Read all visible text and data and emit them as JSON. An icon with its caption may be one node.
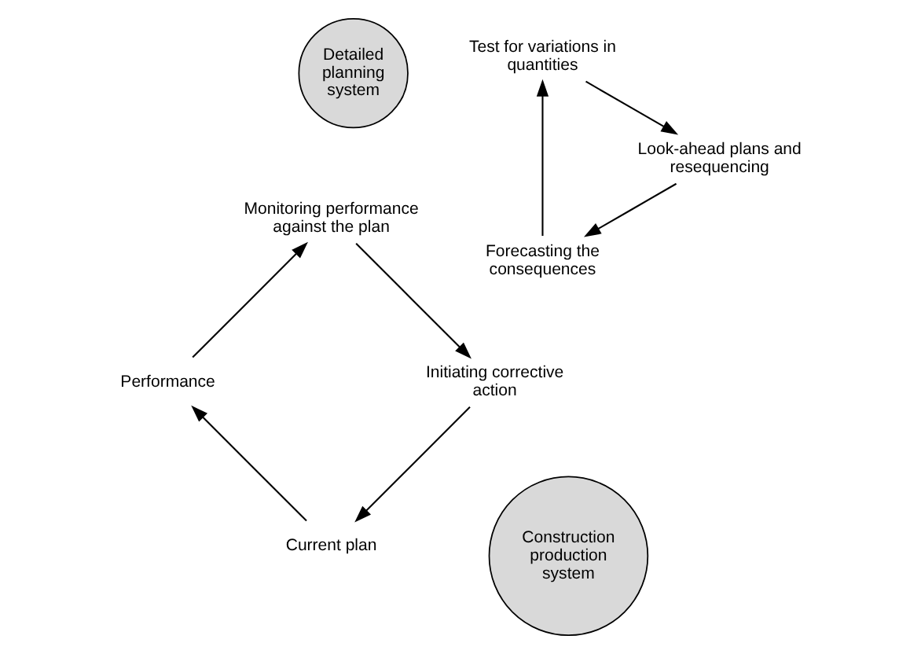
{
  "diagram": {
    "nodes": [
      {
        "text": [
          "Forecasting the consequences"
        ]
      },
      {
        "text": [
          "Look-ahead plans and resequencing"
        ]
      },
      {
        "text": [
          "Detailed planning system"
        ]
      },
      {
        "text": [
          "Current plan"
        ]
      },
      {
        "text": [
          "Test for variations in quantities"
        ]
      },
      {
        "text": [
          "Initiating corrective action"
        ]
      },
      {
        "text": [
          "Construction production system"
        ]
      },
      {
        "text": [
          "Performance"
        ]
      },
      {
        "text": [
          "Monitoring performance against the plan"
        ]
      }
    ],
    "edges": [
      {
        "from": 3,
        "to": 7,
        "arrow": "to"
      },
      {
        "from": 7,
        "to": 8,
        "arrow": "to"
      },
      {
        "from": 8,
        "to": 5,
        "arrow": "to"
      },
      {
        "from": 5,
        "to": 3,
        "arrow": "to"
      },
      {
        "from": 0,
        "to": 4,
        "arrow": "to"
      },
      {
        "from": 4,
        "to": 1,
        "arrow": "to"
      },
      {
        "from": 1,
        "to": 0,
        "arrow": "to"
      }
    ]
  }
}
